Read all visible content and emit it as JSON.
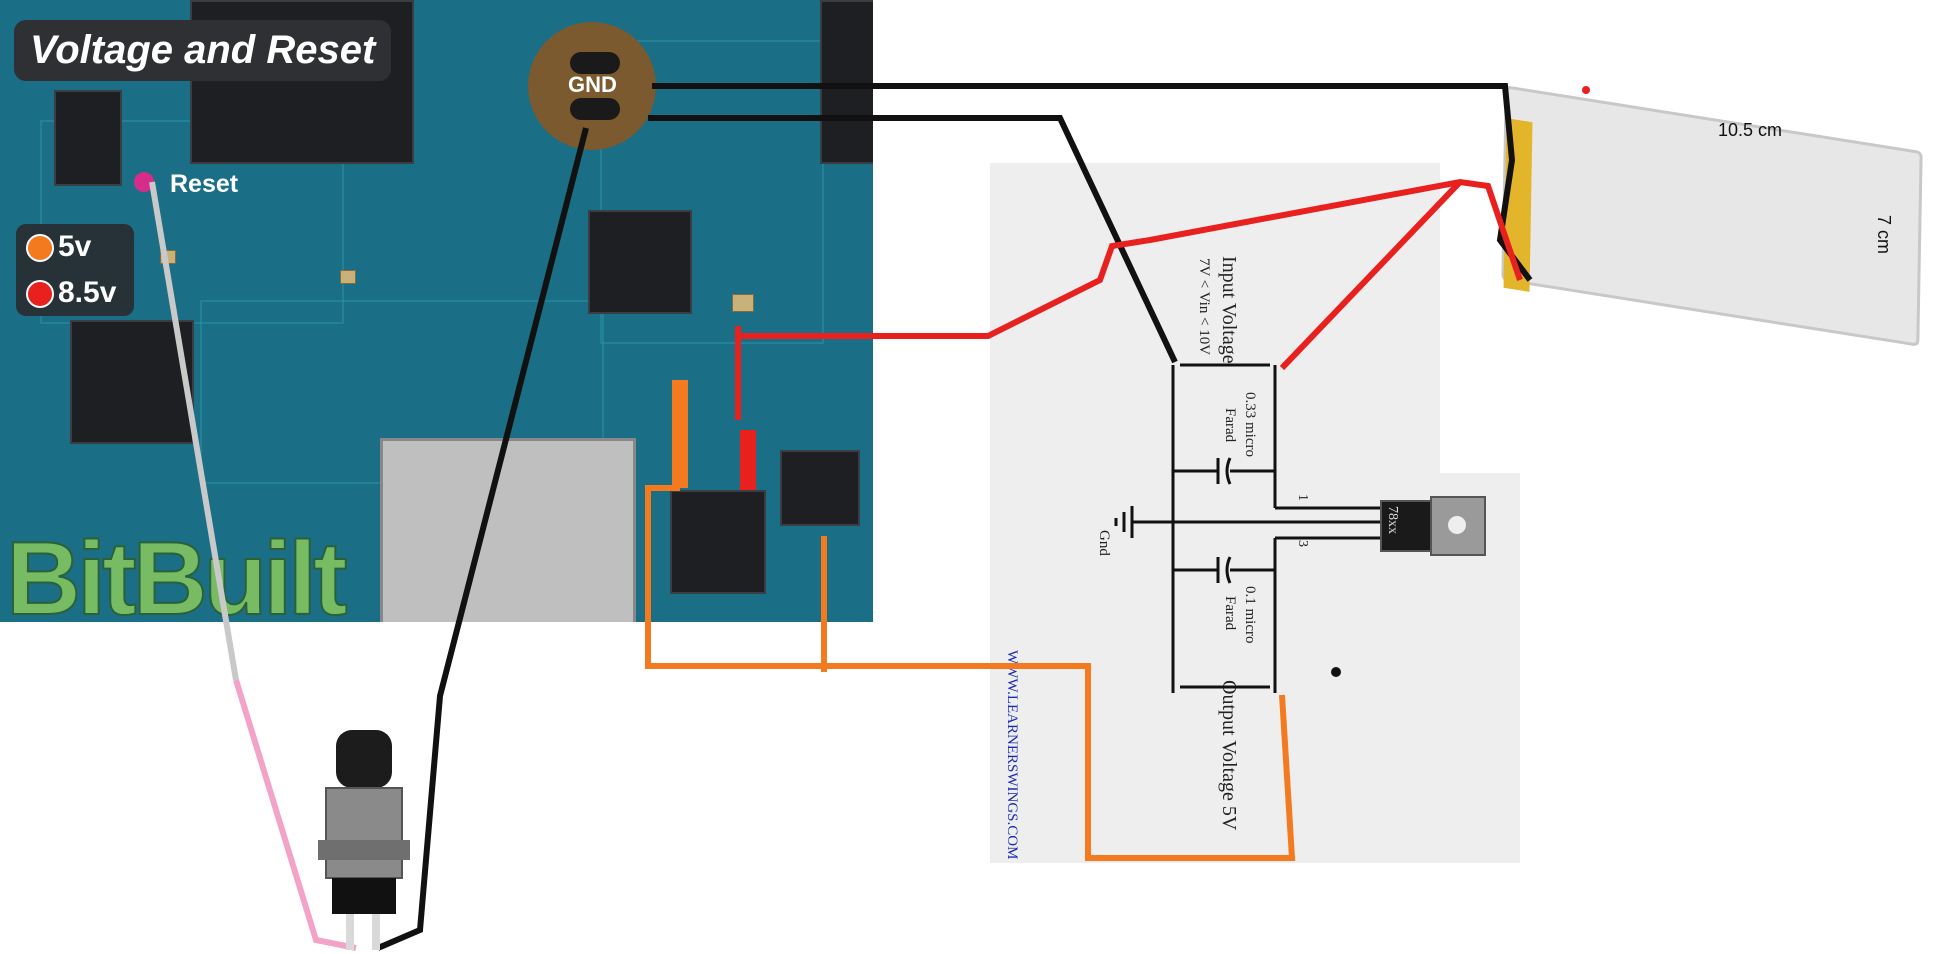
{
  "title": "Voltage and Reset",
  "legend": [
    {
      "label": "5v",
      "color": "#f47a20"
    },
    {
      "label": "8.5v",
      "color": "#e8211f"
    }
  ],
  "labels": {
    "reset": "Reset",
    "gnd": "GND",
    "brand": "BitBuilt"
  },
  "schematic": {
    "input_voltage": "Input Voltage",
    "input_range": "7V < Vin < 10V",
    "cap_in": "0.33 micro",
    "cap_in_unit": "Farad",
    "cap_out": "0.1 micro",
    "cap_out_unit": "Farad",
    "gnd": "Gnd",
    "output_voltage": "Output Voltage  5V",
    "regulator": "78xx",
    "pin1": "1",
    "pin3": "3",
    "url": "WWW.LEARNERSWINGS.COM"
  },
  "battery": {
    "width_label": "10.5 cm",
    "height_label": "7 cm"
  },
  "colors": {
    "wire_5v": "#f47a20",
    "wire_8v5": "#e8211f",
    "wire_gnd": "#111111",
    "wire_reset_grey": "#c9c9c9",
    "wire_reset_pink": "#f4a3c8",
    "reset_dot": "#d62d8a"
  }
}
